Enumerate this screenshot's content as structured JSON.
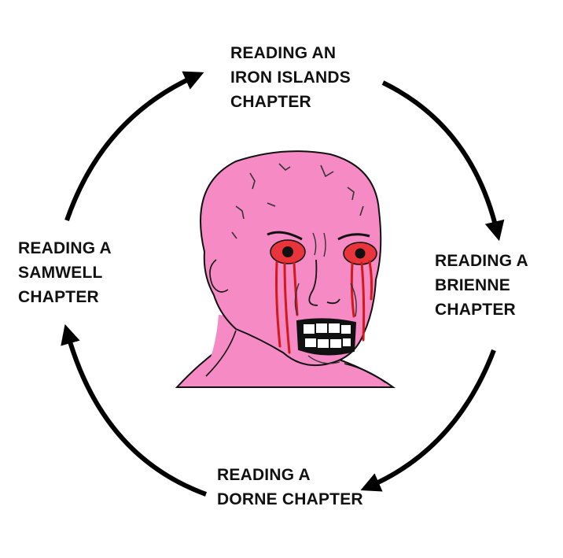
{
  "labels": {
    "top": [
      "READING AN",
      "IRON ISLANDS",
      "CHAPTER"
    ],
    "right": [
      "READING A",
      "BRIENNE",
      "CHAPTER"
    ],
    "bottom": [
      "READING A",
      "DORNE CHAPTER"
    ],
    "left": [
      "READING A",
      "SAMWELL",
      "CHAPTER"
    ]
  },
  "colors": {
    "text": "#111111",
    "arrow": "#000000",
    "skin": "#f58ac4",
    "eye_red": "#e8343a",
    "blood": "#d11a1a"
  },
  "icons": {
    "arrow": "curved-arrow-icon",
    "face": "crying-angry-wojak-face"
  }
}
